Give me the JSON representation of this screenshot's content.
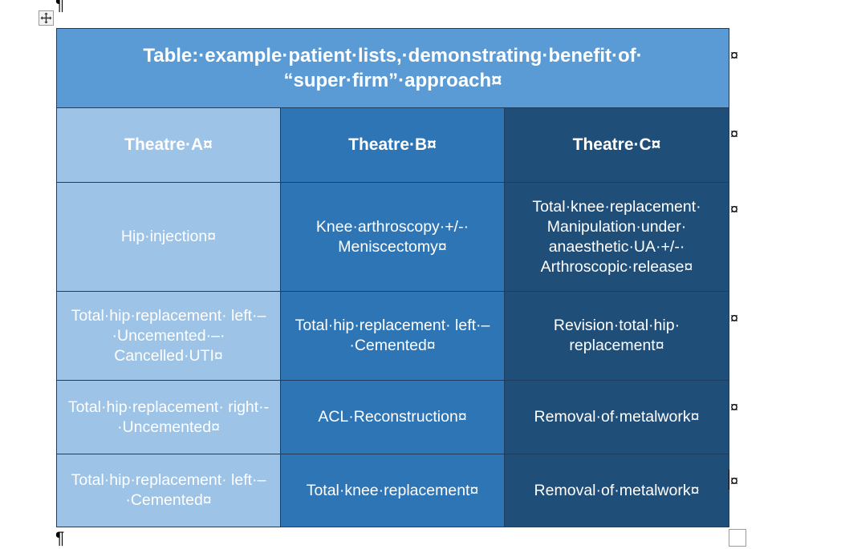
{
  "marks": {
    "paragraph": "¶",
    "cell_end": "¤"
  },
  "icons": {
    "move_handle": "move-arrows-icon"
  },
  "colors": {
    "title_bg": "#5b9bd5",
    "theatre_a_bg": "#9dc3e6",
    "theatre_b_bg": "#2e75b6",
    "theatre_c_bg": "#1f4e79",
    "text": "#ffffff"
  },
  "table": {
    "title": "Table:·example·patient·lists,·demonstrating·benefit·of· “super·firm”·approach¤",
    "headers": [
      "Theatre·A¤",
      "Theatre·B¤",
      "Theatre·C¤"
    ],
    "rows": [
      [
        "Hip·injection¤",
        "Knee·arthroscopy·+/-· Meniscectomy¤",
        "Total·knee·replacement· Manipulation·under· anaesthetic·UA·+/-· Arthroscopic·release¤"
      ],
      [
        "Total·hip·replacement· left·–·Uncemented·–· Cancelled·UTI¤",
        "Total·hip·replacement· left·–·Cemented¤",
        "Revision·total·hip· replacement¤"
      ],
      [
        "Total·hip·replacement· right·-·Uncemented¤",
        "ACL·Reconstruction¤",
        "Removal·of·metalwork¤"
      ],
      [
        "Total·hip·replacement· left·–·Cemented¤",
        "Total·knee·replacement¤",
        "Removal·of·metalwork¤"
      ]
    ]
  }
}
